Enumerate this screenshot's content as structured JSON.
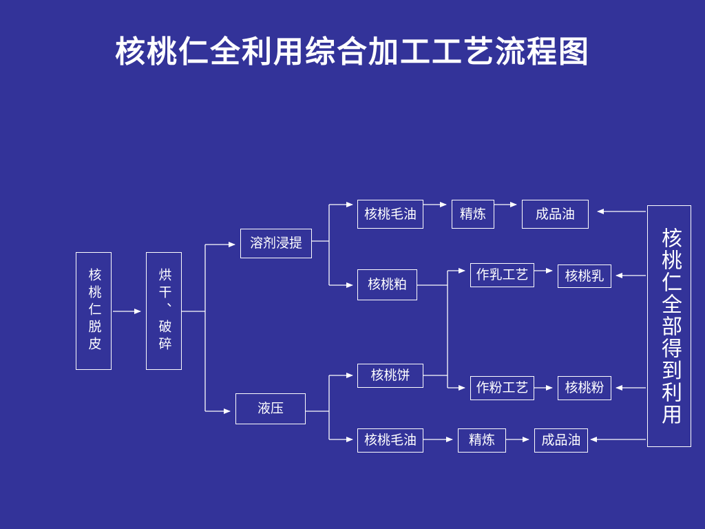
{
  "title": "核桃仁全利用综合加工工艺流程图",
  "nodes": {
    "peel": "核桃仁脱皮",
    "dry_crush": "烘干、破碎",
    "solvent_extract": "溶剂浸提",
    "hydraulic_press": "液压",
    "crude_oil_top": "核桃毛油",
    "refine_top": "精炼",
    "finished_oil_top": "成品油",
    "walnut_meal": "核桃粕",
    "emulsify_process": "作乳工艺",
    "walnut_milk": "核桃乳",
    "walnut_cake": "核桃饼",
    "powder_process": "作粉工艺",
    "walnut_powder": "核桃粉",
    "crude_oil_bottom": "核桃毛油",
    "refine_bottom": "精炼",
    "finished_oil_bottom": "成品油",
    "full_utilization": "核桃仁全部得到利用"
  },
  "colors": {
    "background": "#333399",
    "foreground": "#ffffff"
  }
}
